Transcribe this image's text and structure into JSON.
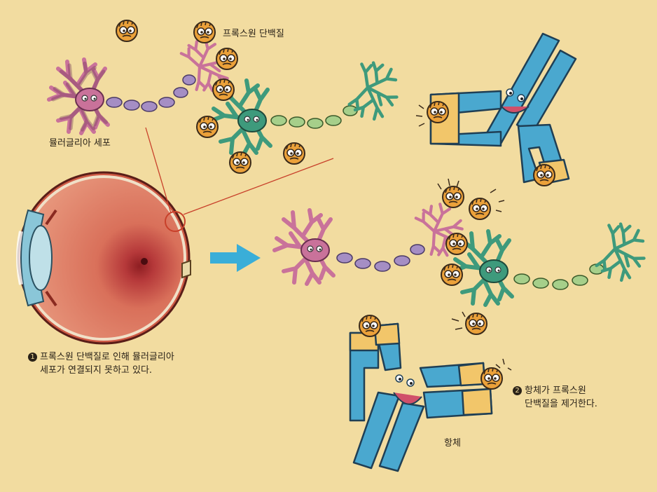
{
  "labels": {
    "prion_protein": "프록스원 단백질",
    "muller_glia_cell": "뮬러글리아 세포",
    "antibody": "항체"
  },
  "steps": [
    {
      "number": "1",
      "line1": "프록스원 단백질로 인해 뮬러글리아",
      "line2": "세포가 연결되지 못하고 있다."
    },
    {
      "number": "2",
      "line1": "항체가 프록스원",
      "line2": "단백질을 제거한다."
    }
  ],
  "colors": {
    "background": "#f2dca0",
    "neuron_pink": "#c9729a",
    "neuron_green": "#3e9a7c",
    "axon_purple": "#a58ec4",
    "axon_green": "#a6cf8a",
    "antibody_blue": "#4aa8cf",
    "antibody_yellow": "#f2c66a",
    "protein_orange": "#eba13a",
    "eye_red": "#d8614a",
    "arrow_blue": "#3aaed8"
  }
}
